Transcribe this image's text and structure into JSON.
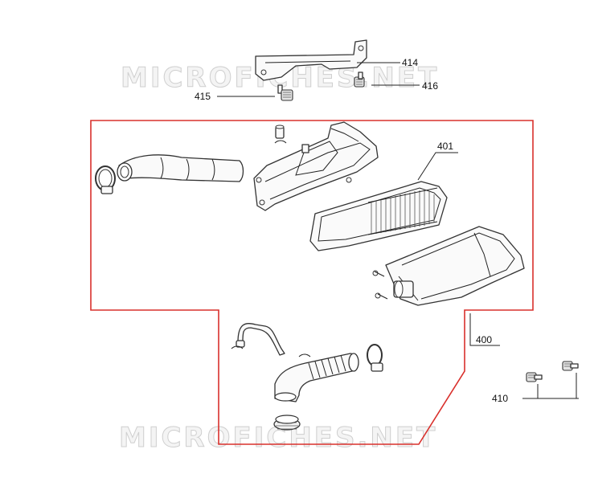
{
  "watermark": {
    "text": "MICROFICHES.NET"
  },
  "callouts": {
    "c414": "414",
    "c415": "415",
    "c416": "416",
    "c401": "401",
    "c400": "400",
    "c410": "410"
  },
  "colors": {
    "boundary": "#d9302c",
    "line": "#222222"
  }
}
